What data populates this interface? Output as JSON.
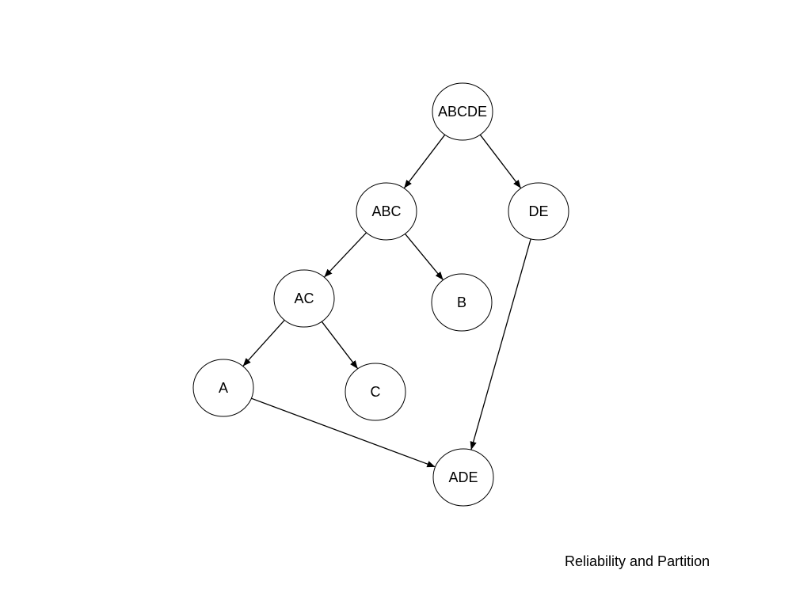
{
  "diagram": {
    "caption": "Reliability and Partition",
    "nodes": [
      {
        "id": "ABCDE",
        "label": "ABCDE"
      },
      {
        "id": "ABC",
        "label": "ABC"
      },
      {
        "id": "DE",
        "label": "DE"
      },
      {
        "id": "AC",
        "label": "AC"
      },
      {
        "id": "B",
        "label": "B"
      },
      {
        "id": "A",
        "label": "A"
      },
      {
        "id": "C",
        "label": "C"
      },
      {
        "id": "ADE",
        "label": "ADE"
      }
    ],
    "edges": [
      {
        "from": "ABCDE",
        "to": "ABC"
      },
      {
        "from": "ABCDE",
        "to": "DE"
      },
      {
        "from": "ABC",
        "to": "AC"
      },
      {
        "from": "ABC",
        "to": "B"
      },
      {
        "from": "AC",
        "to": "A"
      },
      {
        "from": "AC",
        "to": "C"
      },
      {
        "from": "A",
        "to": "ADE"
      },
      {
        "from": "DE",
        "to": "ADE"
      }
    ]
  }
}
